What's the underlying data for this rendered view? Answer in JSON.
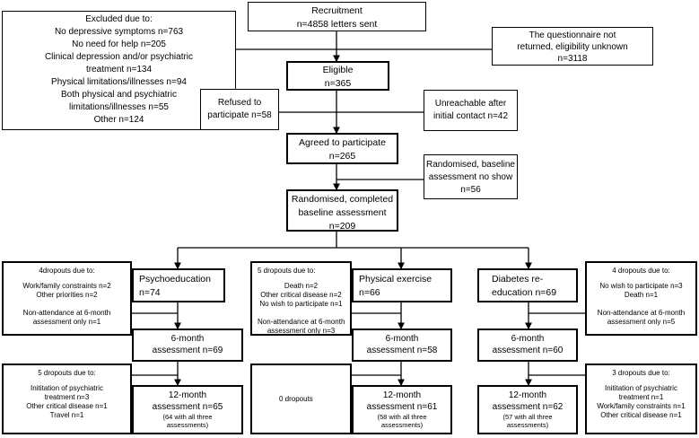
{
  "recruitment": {
    "title": "Recruitment",
    "count": "n=4858 letters sent"
  },
  "excluded": {
    "title": "Excluded due to:",
    "lines": [
      "No depressive symptoms n=763",
      "No need for help  n=205",
      "Clinical depression and/or psychiatric",
      "treatment n=134",
      "Physical limitations/illnesses n=94",
      "Both physical and psychiatric",
      "limitations/illnesses n=55",
      "Other n=124"
    ]
  },
  "not_returned": {
    "lines": [
      "The questionnaire not",
      "returned, eligibility unknown",
      "n=3118"
    ]
  },
  "eligible": {
    "title": "Eligible",
    "count": "n=365"
  },
  "refused": {
    "lines": [
      "Refused to",
      "participate n=58"
    ]
  },
  "unreachable": {
    "lines": [
      "Unreachable after",
      "initial contact n=42"
    ]
  },
  "agreed": {
    "title": "Agreed to participate",
    "count": "n=265"
  },
  "no_show": {
    "lines": [
      "Randomised, baseline",
      "assessment no show",
      "n=56"
    ]
  },
  "randomised": {
    "lines": [
      "Randomised, completed",
      "baseline assessment",
      "n=209"
    ]
  },
  "dropouts_a": {
    "title": "4dropouts due to:",
    "lines": [
      "Work/family constraints n=2",
      "Other priorities n=2",
      "",
      "Non-attendance at 6-month",
      "assessment only n=1"
    ]
  },
  "dropouts_b": {
    "title": "5 dropouts due to:",
    "lines": [
      "Death n=2",
      "Other critical disease n=2",
      "No wish to participate n=1",
      "",
      "Non-attendance at 6-month",
      "assessment only n=3"
    ]
  },
  "dropouts_c": {
    "title": "4 dropouts due to:",
    "lines": [
      "No wish to participate n=3",
      "Death n=1",
      "",
      "Non-attendance at 6-month",
      "assessment only n=5"
    ]
  },
  "dropouts_d": {
    "title": "5 dropouts due to:",
    "lines": [
      "Inititation of psychiatric",
      "treatment n=3",
      "Other critical disease n=1",
      "Travel n=1"
    ]
  },
  "dropouts_e": {
    "title": "0 dropouts"
  },
  "dropouts_f": {
    "title": "3 dropouts due to:",
    "lines": [
      "Inititation of psychiatric",
      "treatment n=1",
      "Work/family constraints n=1",
      "Other critical disease n=1"
    ]
  },
  "arms": [
    {
      "name": "Psychoeducation",
      "n": "n=74",
      "six_month": [
        "6-month",
        "assessment n=69"
      ],
      "twelve_month": [
        "12-month",
        "assessment n=65"
      ],
      "twelve_note": [
        "(64 with all three",
        "assessments)"
      ]
    },
    {
      "name": "Physical exercise",
      "n": "n=66",
      "six_month": [
        "6-month",
        "assessment n=58"
      ],
      "twelve_month": [
        "12-month",
        "assessment n=61"
      ],
      "twelve_note": [
        "(58 with all three",
        "assessments)"
      ]
    },
    {
      "name": "Diabetes re-",
      "name2": "education n=69",
      "six_month": [
        "6-month",
        "assessment n=60"
      ],
      "twelve_month": [
        "12-month",
        "assessment n=62"
      ],
      "twelve_note": [
        "(57 with all three",
        "assessments)"
      ]
    }
  ]
}
